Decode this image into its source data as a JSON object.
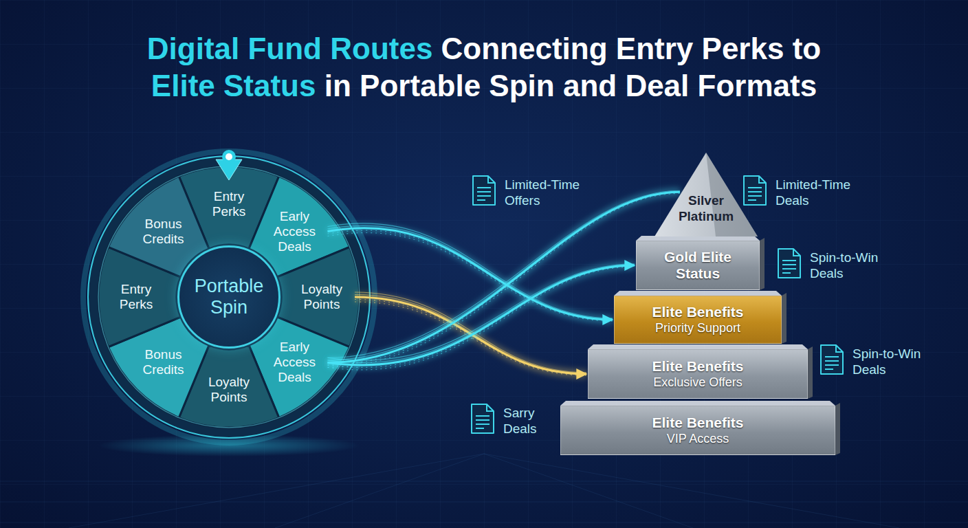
{
  "diagram": {
    "title": "Digital Fund Routes Connecting Entry Perks to Elite Status in Portable Spin and Deal Formats",
    "nodes": [
      {
        "text": [
          "Entry Perks"
        ]
      },
      {
        "text": [
          "Early Access Deals"
        ]
      },
      {
        "text": [
          "Loyalty Points"
        ]
      },
      {
        "text": [
          "Early Access Deals"
        ]
      },
      {
        "text": [
          "Loyalty Points"
        ]
      },
      {
        "text": [
          "Bonus Credits"
        ]
      },
      {
        "text": [
          "Entry Perks"
        ]
      },
      {
        "text": [
          "Bonus Credits"
        ]
      },
      {
        "text": [
          "Portable Spin"
        ]
      },
      {
        "text": [
          "Silver Platinum"
        ]
      },
      {
        "text": [
          "Gold Elite Status"
        ]
      },
      {
        "text": [
          "Elite Benefits",
          "Priority Support"
        ]
      },
      {
        "text": [
          "Elite Benefits",
          "Exclusive Offers"
        ]
      },
      {
        "text": [
          "Elite Benefits",
          "VIP Access"
        ]
      }
    ],
    "edges": [
      {
        "from": 1,
        "to": 11,
        "arrow": "to"
      },
      {
        "from": 2,
        "to": 12,
        "arrow": "to"
      },
      {
        "from": 3,
        "to": 10,
        "arrow": "to"
      },
      {
        "from": 3,
        "to": 9,
        "arrow": "none"
      }
    ],
    "labels": [
      "Limited-Time Offers",
      "Limited-Time Deals",
      "Spin-to-Win Deals",
      "Spin-to-Win Deals",
      "Sarry Deals"
    ]
  }
}
